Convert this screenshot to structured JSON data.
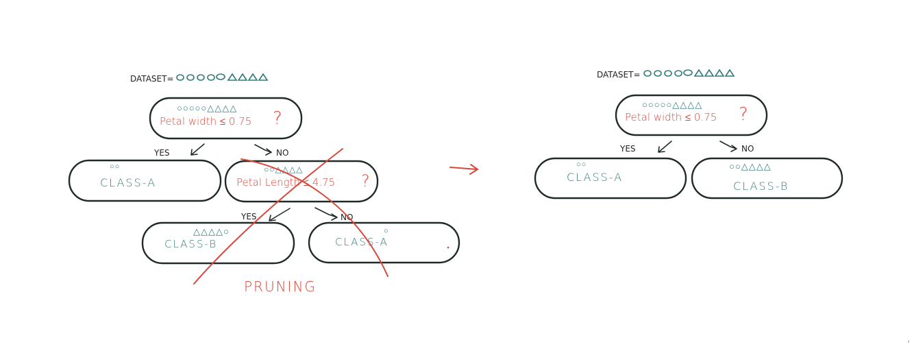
{
  "colors": {
    "teal": "#2e7a78",
    "red": "#d8473b",
    "outline": "#1f2a2a"
  },
  "left_tree": {
    "dataset_label": "DATASET=",
    "root": {
      "question": "Petal width ≤ 0.75",
      "question_mark": "?",
      "samples": "○○○○○△△△△"
    },
    "edge_yes": "YES",
    "edge_no": "NO",
    "left_leaf": {
      "label": "CLASS-A",
      "samples": "○○"
    },
    "internal": {
      "question": "Petal Length ≤ 4.75",
      "question_mark": "?",
      "samples": "○○△△△△"
    },
    "edge_yes_2": "YES",
    "edge_no_2": "NO",
    "leaf_b": {
      "label": "CLASS-B",
      "samples": "△△△△○"
    },
    "leaf_a2": {
      "label": "CLASS-A",
      "samples": "○"
    },
    "pruning_label": "PRUNING"
  },
  "right_tree": {
    "dataset_label": "DATASET=",
    "root": {
      "question": "Petal width ≤ 0.75",
      "question_mark": "?",
      "samples": "○○○○○△△△△"
    },
    "edge_yes": "YES",
    "edge_no": "NO",
    "left_leaf": {
      "label": "CLASS-A",
      "samples": "○○"
    },
    "right_leaf": {
      "label": "CLASS-B",
      "samples": "○○△△△△"
    }
  }
}
